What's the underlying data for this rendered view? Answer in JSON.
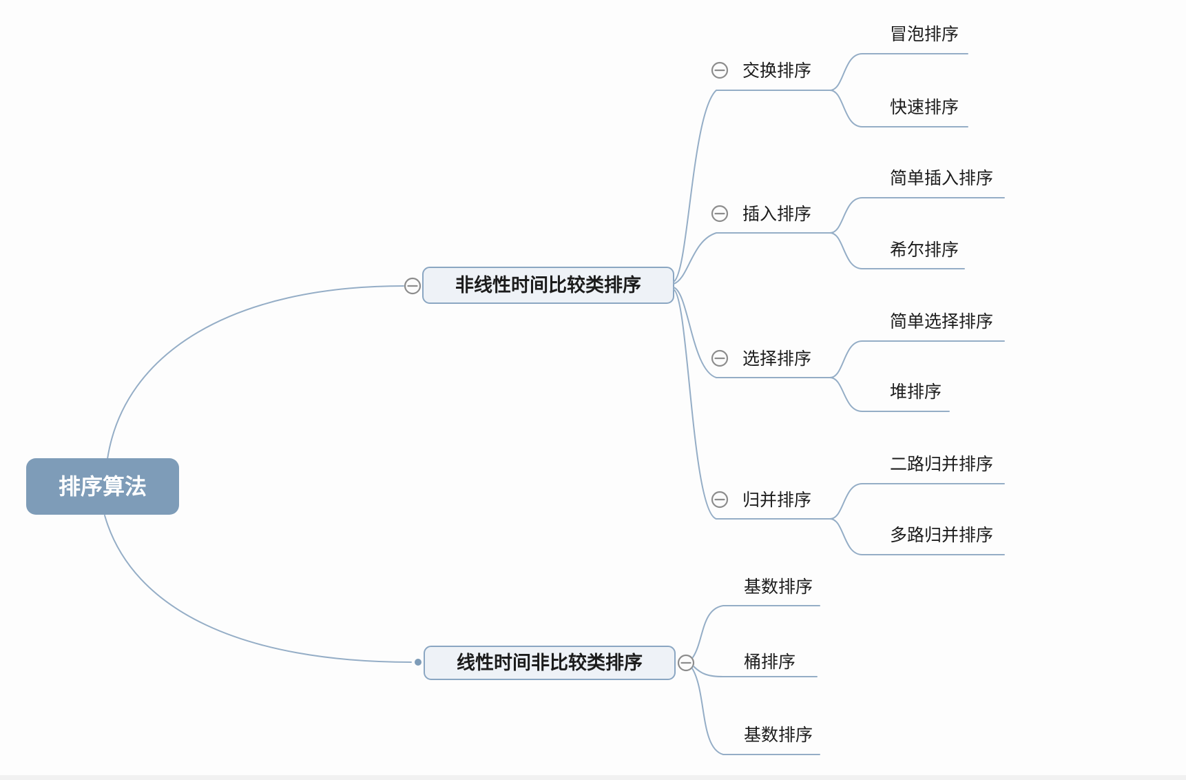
{
  "canvas": {
    "background_color": "#fdfdfd",
    "branch_line_color": "#94adc6",
    "collapse_icon": "minus-circle",
    "collapse_icon_color": "#8c8c8c"
  },
  "root": {
    "label": "排序算法",
    "fill_color": "#7e9cb8",
    "text_color": "#ffffff"
  },
  "branches": [
    {
      "label": "非线性时间比较类排序",
      "box_fill": "#eef2f7",
      "box_border": "#8aa6c2",
      "children": [
        {
          "label": "交换排序",
          "children": [
            {
              "label": "冒泡排序"
            },
            {
              "label": "快速排序"
            }
          ]
        },
        {
          "label": "插入排序",
          "children": [
            {
              "label": "简单插入排序"
            },
            {
              "label": "希尔排序"
            }
          ]
        },
        {
          "label": "选择排序",
          "children": [
            {
              "label": "简单选择排序"
            },
            {
              "label": "堆排序"
            }
          ]
        },
        {
          "label": "归并排序",
          "children": [
            {
              "label": "二路归并排序"
            },
            {
              "label": "多路归并排序"
            }
          ]
        }
      ]
    },
    {
      "label": "线性时间非比较类排序",
      "box_fill": "#eef2f7",
      "box_border": "#8aa6c2",
      "children": [
        {
          "label": "基数排序"
        },
        {
          "label": "桶排序"
        },
        {
          "label": "基数排序"
        }
      ]
    }
  ]
}
